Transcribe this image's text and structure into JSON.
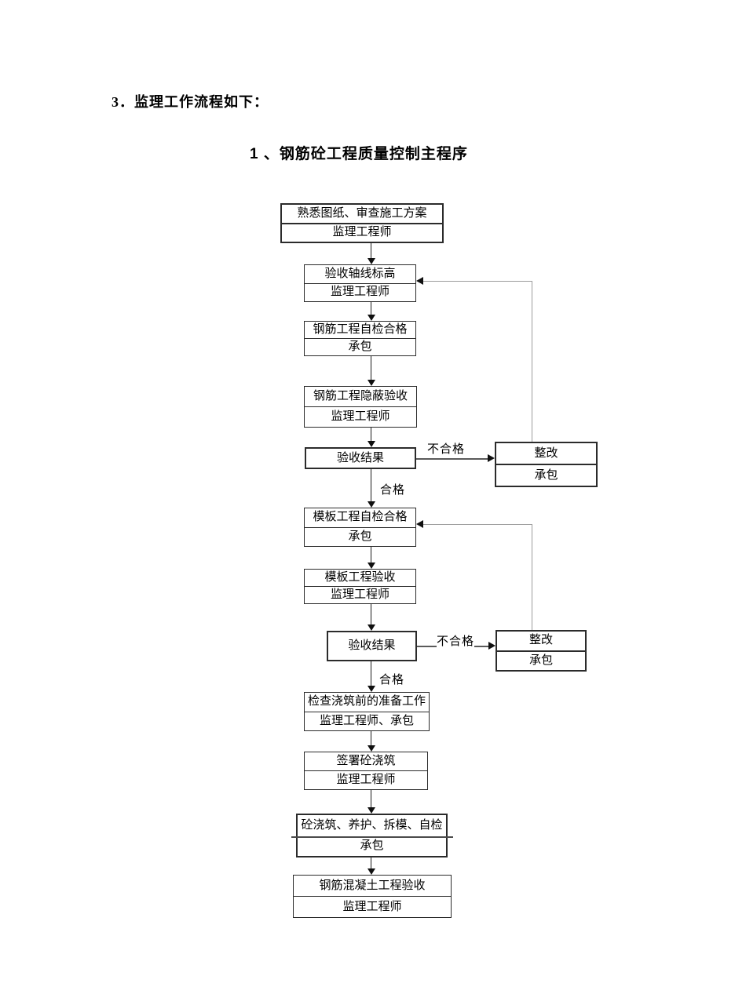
{
  "document": {
    "section_heading": "3．监理工作流程如下：",
    "diagram_title": "1 、钢筋砼工程质量控制主程序"
  },
  "flowchart": {
    "nodes": [
      {
        "task": "熟悉图纸、审查施工方案",
        "role": "监理工程师"
      },
      {
        "task": "验收轴线标高",
        "role": "监理工程师"
      },
      {
        "task": "钢筋工程自检合格",
        "role": "承包"
      },
      {
        "task": "钢筋工程隐蔽验收",
        "role": "监理工程师"
      },
      {
        "task": "验收结果"
      },
      {
        "task": "模板工程自检合格",
        "role": "承包"
      },
      {
        "task": "模板工程验收",
        "role": "监理工程师"
      },
      {
        "task": "验收结果"
      },
      {
        "task": "检查浇筑前的准备工作",
        "role": "监理工程师、承包"
      },
      {
        "task": "签署砼浇筑",
        "role": "监理工程师"
      },
      {
        "task": "砼浇筑、养护、拆模、自检",
        "role": "承包"
      },
      {
        "task": "钢筋混凝土工程验收",
        "role": "监理工程师"
      }
    ],
    "side_nodes": [
      {
        "task": "整改",
        "role": "承包"
      },
      {
        "task": "整改",
        "role": "承包"
      }
    ],
    "edge_labels": {
      "pass": "合格",
      "fail": "不合格"
    }
  },
  "colors": {
    "background": "#ffffff",
    "text": "#000000",
    "box_border": "#2b2b2b",
    "flow_line": "#1c1c1c",
    "loop_line": "#9c9c9c"
  }
}
